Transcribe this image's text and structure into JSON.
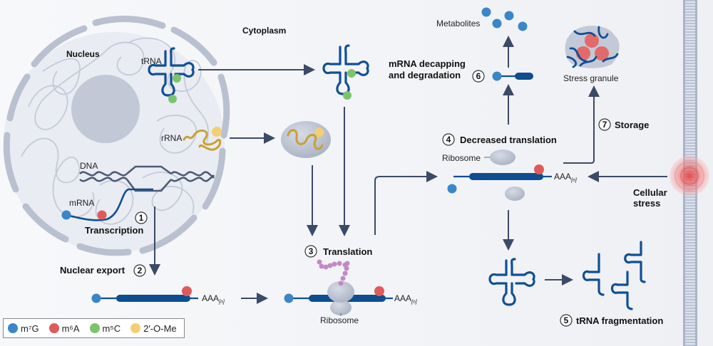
{
  "regions": {
    "nucleus": "Nucleus",
    "cytoplasm": "Cytoplasm"
  },
  "molecules": {
    "trna": "tRNA",
    "rrna": "rRNA",
    "dna": "DNA",
    "mrna": "mRNA",
    "ribosome": "Ribosome",
    "poly_a": "AAA",
    "poly_a_sub": "[n]",
    "metabolites": "Metabolites",
    "stress_granule": "Stress granule"
  },
  "steps": [
    {
      "number": "1",
      "label": "Transcription"
    },
    {
      "number": "2",
      "label": "Nuclear export"
    },
    {
      "number": "3",
      "label": "Translation"
    },
    {
      "number": "4",
      "label": "Decreased translation"
    },
    {
      "number": "5",
      "label": "tRNA fragmentation"
    },
    {
      "number": "6",
      "label_line1": "mRNA decapping",
      "label_line2": "and degradation"
    },
    {
      "number": "7",
      "label": "Storage"
    }
  ],
  "stress": {
    "line1": "Cellular",
    "line2": "stress"
  },
  "legend": [
    {
      "label": "m⁷G",
      "color": "#3a86c8",
      "icon": "m7g-dot"
    },
    {
      "label": "m⁶A",
      "color": "#e05a5a",
      "icon": "m6a-dot"
    },
    {
      "label": "m⁵C",
      "color": "#7cc46c",
      "icon": "m5c-dot"
    },
    {
      "label": "2′-O-Me",
      "color": "#f2cf72",
      "icon": "2ome-dot"
    }
  ],
  "colors": {
    "m7G": "#3a86c8",
    "m6A": "#e05a5a",
    "m5C": "#7cc46c",
    "ome": "#f2cf72",
    "rna": "#0f4f95",
    "arrow": "#3b4a66",
    "ribosome": "#c1c8d6",
    "peptide": "#c488c6",
    "stress": "#e85a5a"
  }
}
